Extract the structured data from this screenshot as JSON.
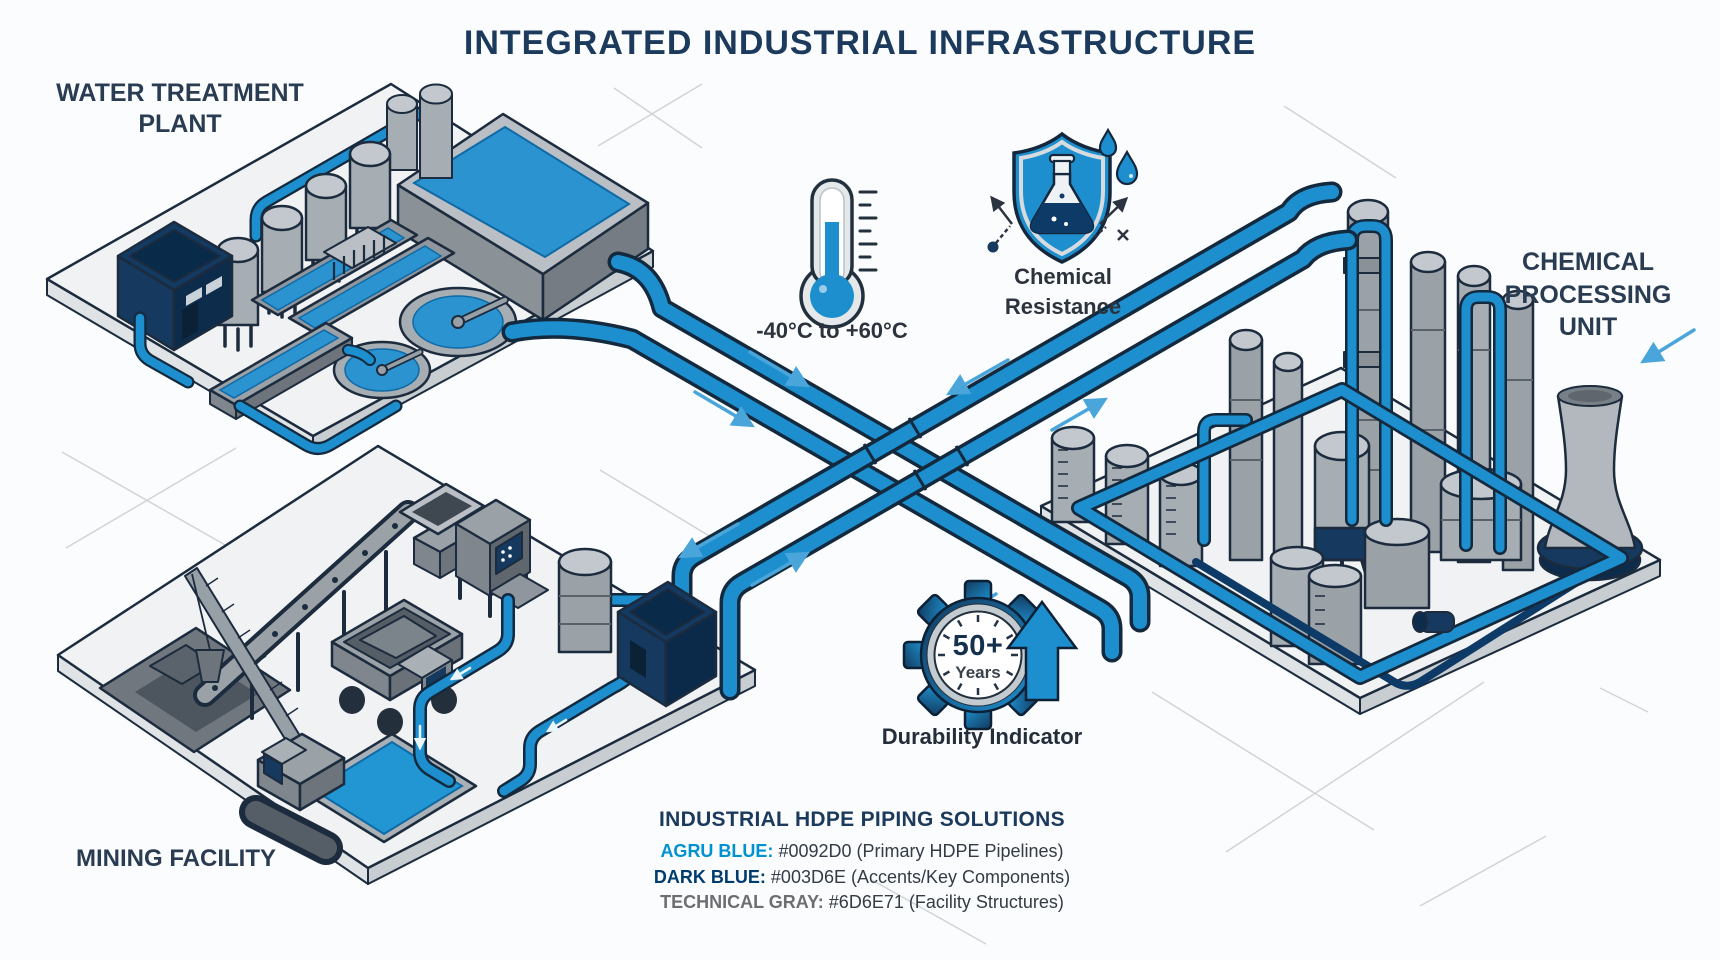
{
  "title": "INTEGRATED INDUSTRIAL INFRASTRUCTURE",
  "facilities": {
    "water_treatment": {
      "name_line1": "WATER TREATMENT",
      "name_line2": "PLANT"
    },
    "chemical_processing": {
      "name_line1": "CHEMICAL",
      "name_line2": "PROCESSING",
      "name_line3": "UNIT"
    },
    "mining": {
      "name": "MINING FACILITY"
    }
  },
  "callouts": {
    "temperature_range": {
      "text": "-40°C to +60°C"
    },
    "chemical_resistance": {
      "line1": "Chemical",
      "line2": "Resistance"
    },
    "durability": {
      "value": "50+",
      "unit": "Years",
      "label": "Durability Indicator"
    }
  },
  "legend": {
    "title": "INDUSTRIAL HDPE PIPING SOLUTIONS",
    "entries": [
      {
        "name": "AGRU BLUE:",
        "description": " #0092D0 (Primary HDPE Pipelines)",
        "swatch": "#0092D0"
      },
      {
        "name": "DARK BLUE:",
        "description": " #003D6E (Accents/Key Components)",
        "swatch": "#003D6E"
      },
      {
        "name": "TECHNICAL GRAY:",
        "description": " #6D6E71 (Facility Structures)",
        "swatch": "#6D6E71"
      }
    ]
  },
  "colors": {
    "agru_blue": "#0092D0",
    "dark_blue": "#003D6E",
    "technical_gray": "#6D6E71"
  }
}
